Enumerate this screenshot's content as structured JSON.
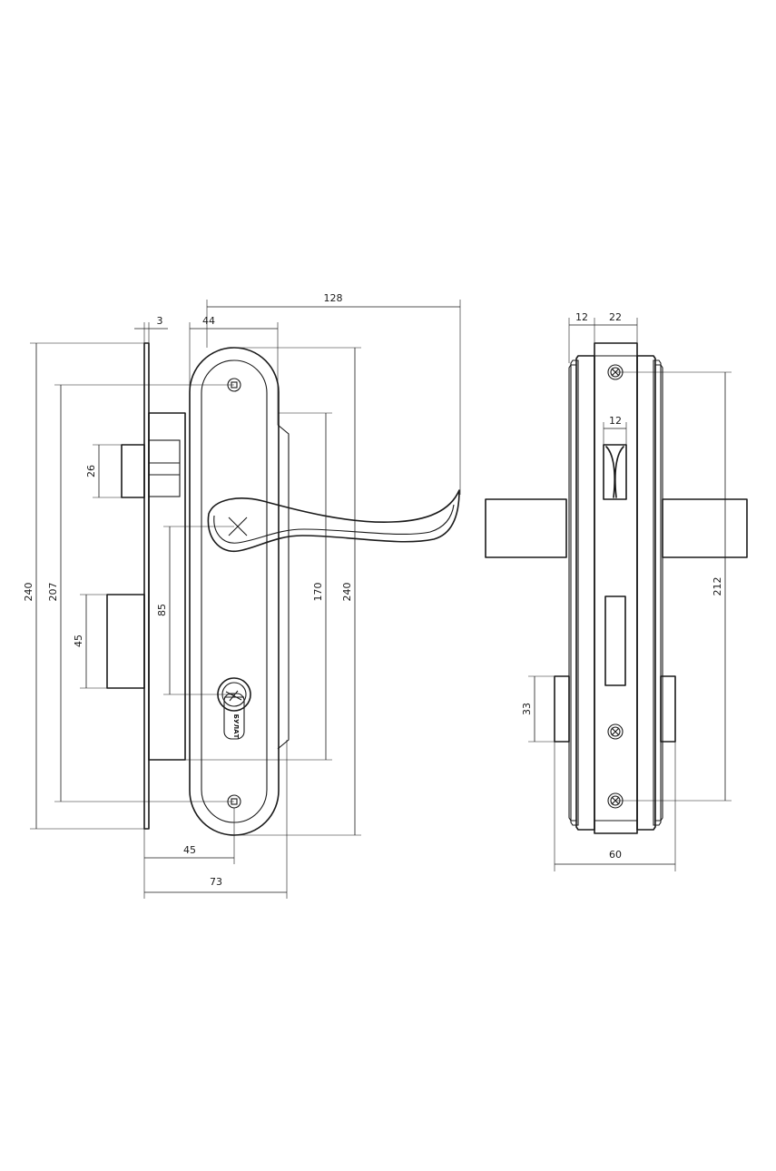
{
  "colors": {
    "stroke": "#1a1a1a",
    "background": "#ffffff"
  },
  "front_view": {
    "brand_label": "БУЛАТ",
    "dims": {
      "d128": "128",
      "d3": "3",
      "d44": "44",
      "d240_left": "240",
      "d207": "207",
      "d26": "26",
      "d45_vertical": "45",
      "d85": "85",
      "d170": "170",
      "d240_right": "240",
      "d45_bottom": "45",
      "d73": "73"
    }
  },
  "side_view": {
    "dims": {
      "d12_top": "12",
      "d22": "22",
      "d12_slot": "12",
      "d212": "212",
      "d33": "33",
      "d60": "60"
    }
  }
}
